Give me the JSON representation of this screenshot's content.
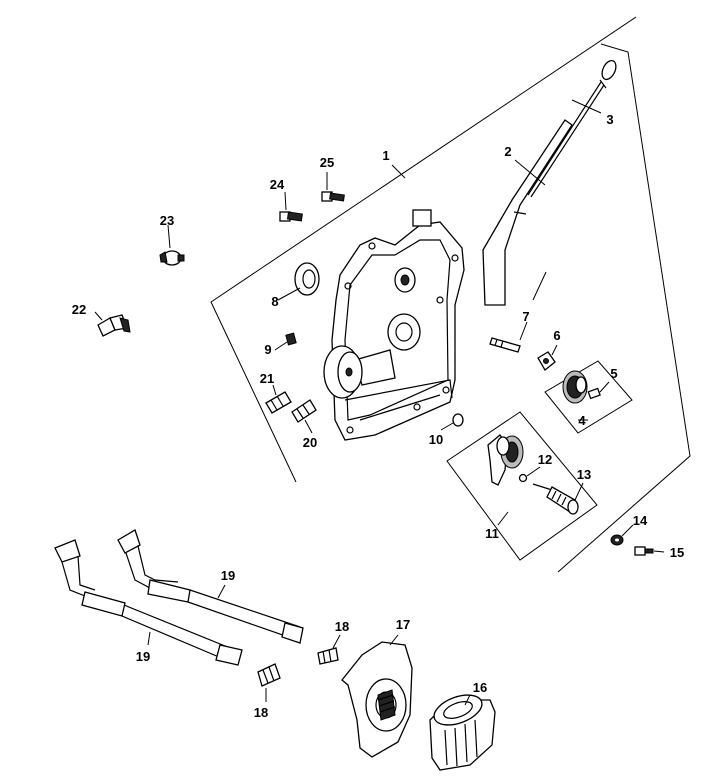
{
  "labels": {
    "p1": "1",
    "p2": "2",
    "p3": "3",
    "p4": "4",
    "p5": "5",
    "p6": "6",
    "p7": "7",
    "p8": "8",
    "p9": "9",
    "p10": "10",
    "p11": "11",
    "p12": "12",
    "p13": "13",
    "p14": "14",
    "p15": "15",
    "p16": "16",
    "p17": "17",
    "p18a": "18",
    "p18b": "18",
    "p19a": "19",
    "p19b": "19",
    "p20": "20",
    "p21": "21",
    "p22": "22",
    "p23": "23",
    "p24": "24",
    "p25": "25"
  }
}
